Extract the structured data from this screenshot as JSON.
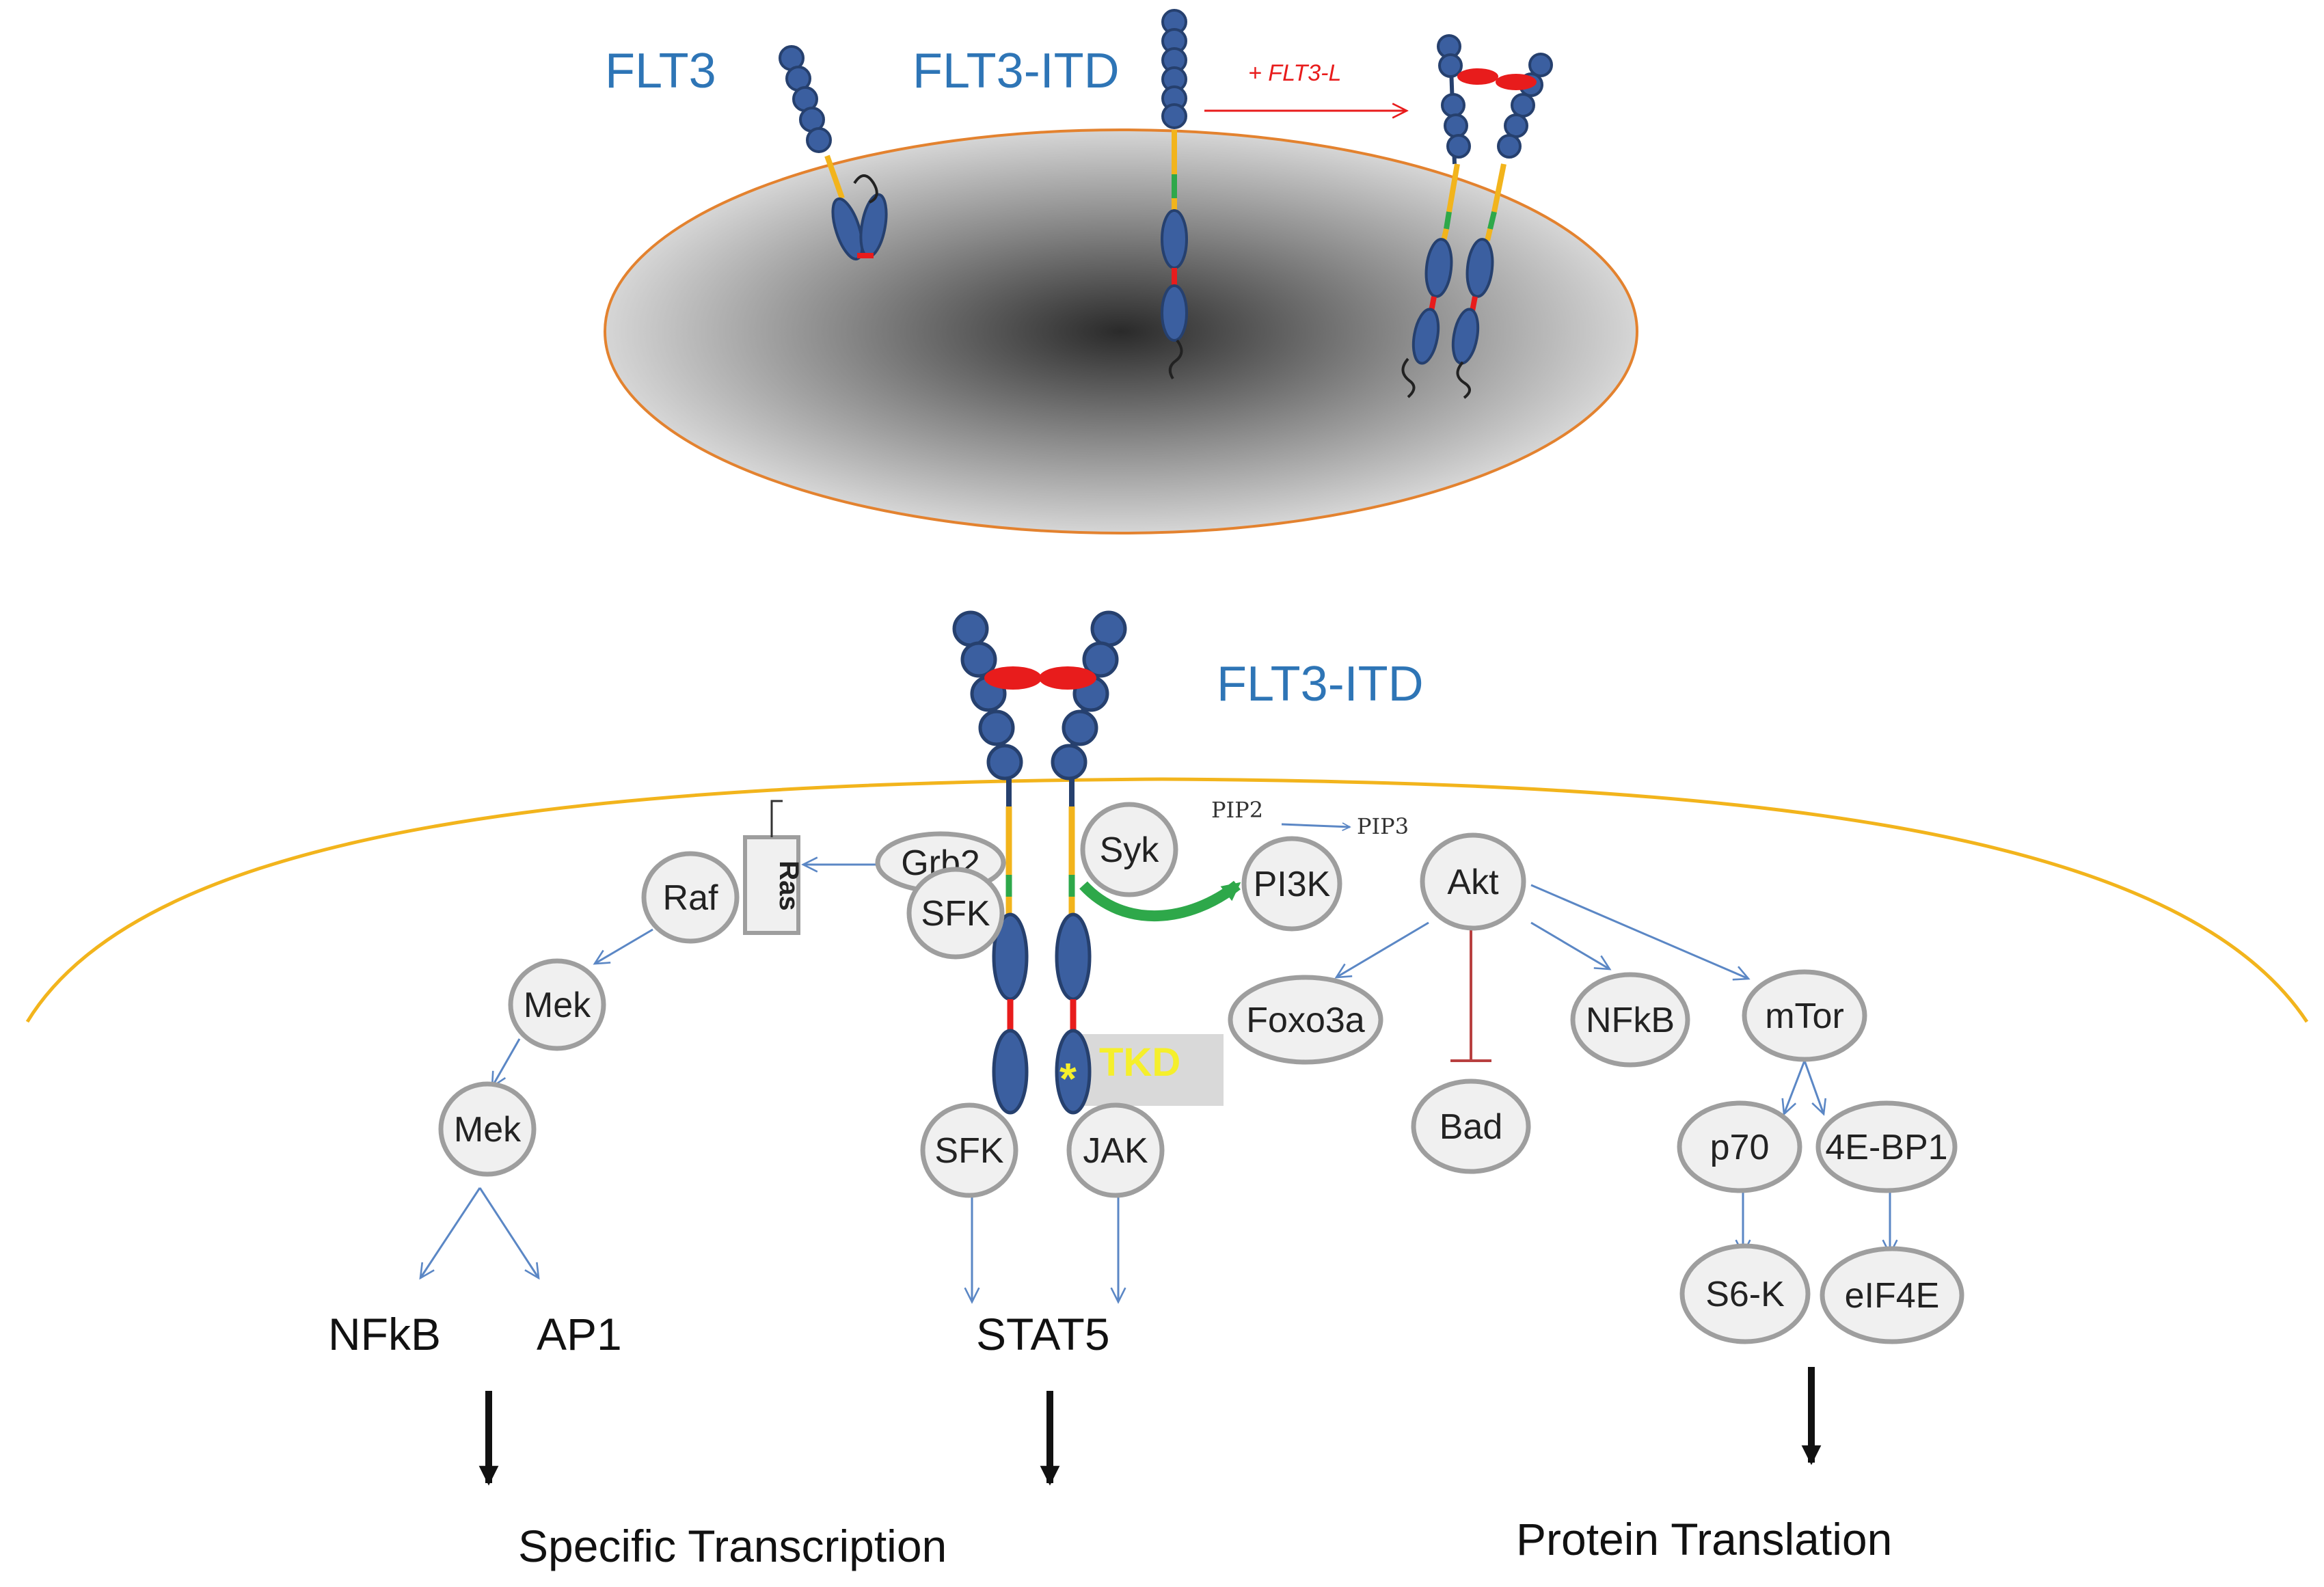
{
  "top": {
    "flt3_label": "FLT3",
    "flt3_itd_label": "FLT3-ITD",
    "ligand_label": "+ FLT3-L"
  },
  "bottom": {
    "flt3_itd_label": "FLT3-ITD",
    "pip2": "PIP2",
    "pip3": "PIP3",
    "tkd_label": "TKD",
    "tkd_star": "*"
  },
  "nodes": {
    "ras": "Ras",
    "grb2": "Grb2",
    "sfk_upper": "SFK",
    "syk": "Syk",
    "pi3k": "PI3K",
    "akt": "Akt",
    "raf": "Raf",
    "mek1": "Mek",
    "mek2": "Mek",
    "foxo3a": "Foxo3a",
    "nfkb_node": "NFkB",
    "mtor": "mTor",
    "bad": "Bad",
    "p70": "p70",
    "fourebp1": "4E-BP1",
    "s6k": "S6-K",
    "eif4e": "eIF4E",
    "sfk_lower": "SFK",
    "jak": "JAK"
  },
  "outputs": {
    "nfkb": "NFkB",
    "ap1": "AP1",
    "stat5": "STAT5",
    "specific_transcription": "Specific Transcription",
    "protein_translation": "Protein Translation"
  },
  "colors": {
    "receptor_blue": "#3b5fa0",
    "receptor_dark": "#26406e",
    "membrane_yellow": "#f2b41c",
    "green_segment": "#2ea84a",
    "red_segment": "#e81c1c",
    "arrow_blue": "#5b87c5",
    "inhibit_red": "#b84040",
    "title_blue": "#2e75b6",
    "tkd_yellow": "#f5ef2b",
    "node_fill": "#f0f0f0",
    "node_stroke": "#9e9e9e"
  }
}
